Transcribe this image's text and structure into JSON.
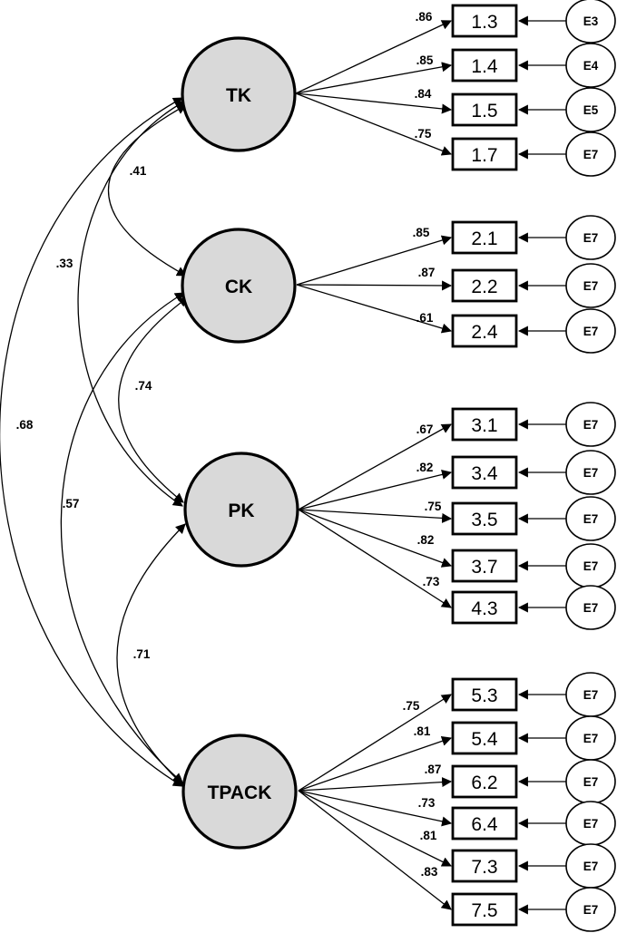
{
  "diagram_type": "confirmatory-factor-analysis-path-diagram",
  "colors": {
    "latent_fill": "#d9d9d9",
    "stroke": "#000000",
    "box_fill": "#ffffff",
    "background": "#ffffff"
  },
  "latents": [
    {
      "label": "TK"
    },
    {
      "label": "CK"
    },
    {
      "label": "PK"
    },
    {
      "label": "TPACK"
    }
  ],
  "groups": [
    {
      "latent": "TK",
      "items": [
        {
          "indicator": "1.3",
          "loading": ".86",
          "error": "E3"
        },
        {
          "indicator": "1.4",
          "loading": ".85",
          "error": "E4"
        },
        {
          "indicator": "1.5",
          "loading": ".84",
          "error": "E5"
        },
        {
          "indicator": "1.7",
          "loading": ".75",
          "error": "E7"
        }
      ]
    },
    {
      "latent": "CK",
      "items": [
        {
          "indicator": "2.1",
          "loading": ".85",
          "error": "E7"
        },
        {
          "indicator": "2.2",
          "loading": ".87",
          "error": "E7"
        },
        {
          "indicator": "2.4",
          "loading": ".61",
          "error": "E7"
        }
      ]
    },
    {
      "latent": "PK",
      "items": [
        {
          "indicator": "3.1",
          "loading": ".67",
          "error": "E7"
        },
        {
          "indicator": "3.4",
          "loading": ".82",
          "error": "E7"
        },
        {
          "indicator": "3.5",
          "loading": ".75",
          "error": "E7"
        },
        {
          "indicator": "3.7",
          "loading": ".82",
          "error": "E7"
        },
        {
          "indicator": "4.3",
          "loading": ".73",
          "error": "E7"
        }
      ]
    },
    {
      "latent": "TPACK",
      "items": [
        {
          "indicator": "5.3",
          "loading": ".75",
          "error": "E7"
        },
        {
          "indicator": "5.4",
          "loading": ".81",
          "error": "E7"
        },
        {
          "indicator": "6.2",
          "loading": ".87",
          "error": "E7"
        },
        {
          "indicator": "6.4",
          "loading": ".73",
          "error": "E7"
        },
        {
          "indicator": "7.3",
          "loading": ".81",
          "error": "E7"
        },
        {
          "indicator": "7.5",
          "loading": ".83",
          "error": "E7"
        }
      ]
    }
  ],
  "covariances": [
    {
      "pair": "TK-CK",
      "value": ".41"
    },
    {
      "pair": "TK-PK",
      "value": ".33"
    },
    {
      "pair": "TK-TPACK",
      "value": ".68"
    },
    {
      "pair": "CK-PK",
      "value": ".74"
    },
    {
      "pair": "CK-TPACK",
      "value": ".57"
    },
    {
      "pair": "PK-TPACK",
      "value": ".71"
    }
  ]
}
